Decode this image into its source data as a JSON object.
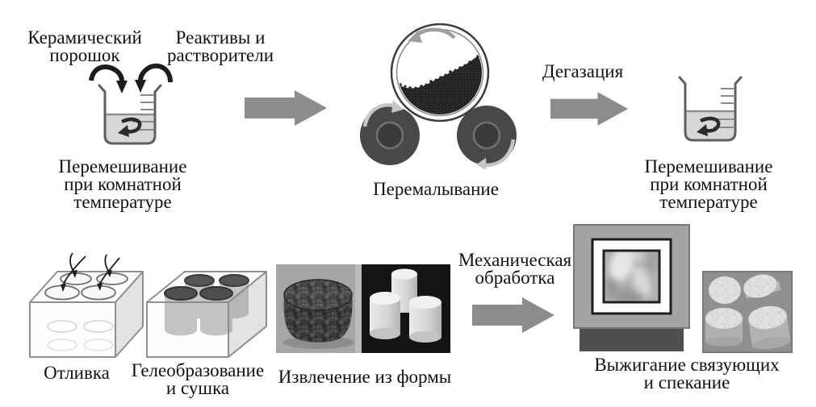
{
  "labels": {
    "ceramic_powder": "Керамический\nпорошок",
    "reagents": "Реактивы и\nрастворители",
    "mixing_room_temp_1": "Перемешивание\nпри комнатной\nтемпературе",
    "milling": "Перемалывание",
    "degassing": "Дегазация",
    "mixing_room_temp_2": "Перемешивание\nпри комнатной\nтемпературе",
    "casting": "Отливка",
    "gelation_drying": "Гелеобразование\nи сушка",
    "demolding": "Извлечение из формы",
    "machining": "Механическая\nобработка",
    "binder_burnout_sintering": "Выжигание связующих\nи спекание"
  },
  "colors": {
    "text": "#111111",
    "arrow": "#8c8c8c",
    "dark_ink": "#1c1c1c",
    "liquid": "#d7d7d7",
    "steel": "#a4a4a4",
    "photo_dark_bg": "#141414",
    "photo_gray_bg": "#a6a6a6"
  },
  "icons": [
    "beaker-mixing-icon",
    "ball-mill-icon",
    "beaker-mixing-icon-2",
    "casting-mold-icon",
    "gelation-mold-icon",
    "demolded-samples-photo",
    "furnace-icon",
    "sintered-samples-photo",
    "flow-arrow"
  ]
}
